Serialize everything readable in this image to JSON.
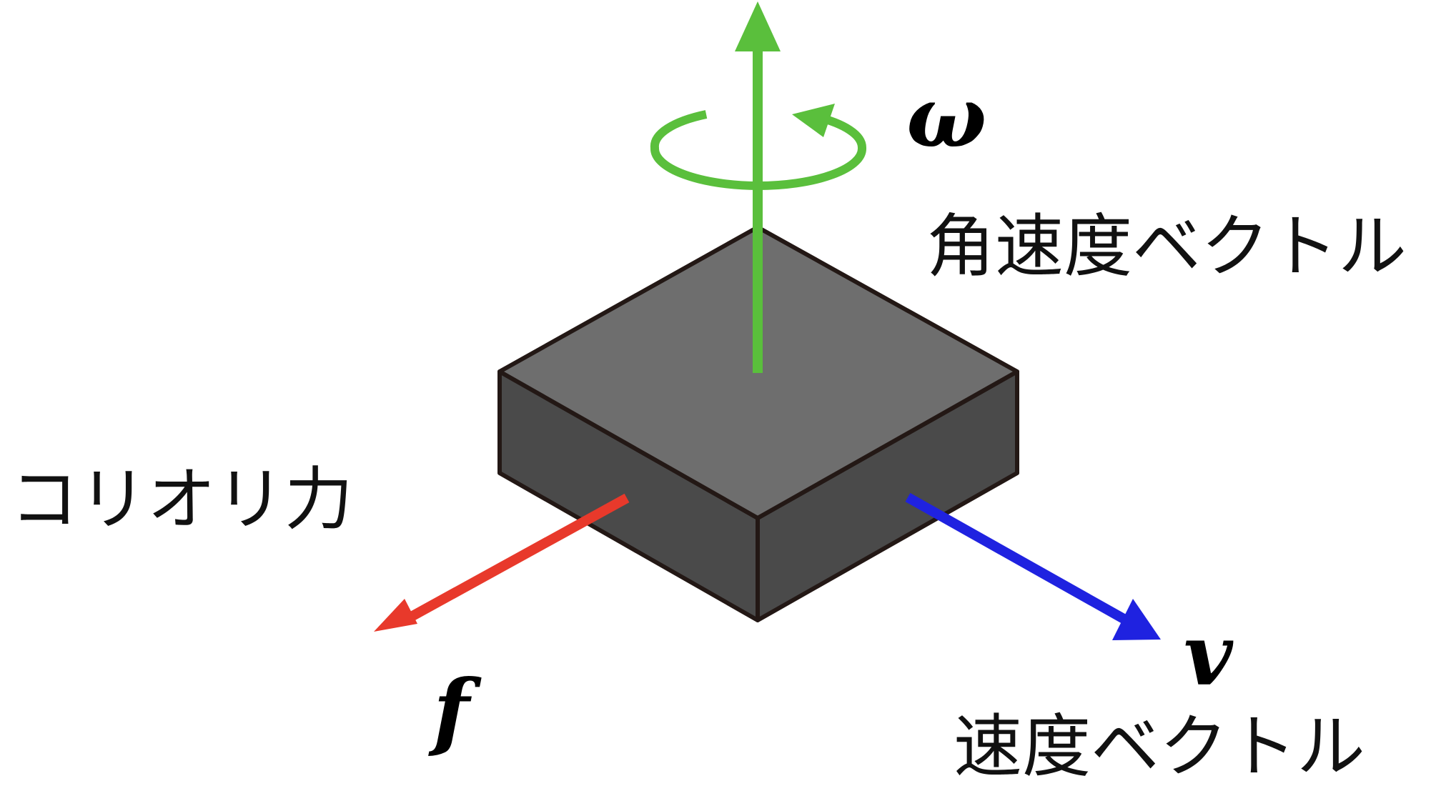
{
  "colors": {
    "background": "#ffffff",
    "block_top": "#6e6e6e",
    "block_side": "#4a4a4a",
    "block_edge": "#231815",
    "angular_velocity": "#5abf3c",
    "coriolis_force": "#e8392b",
    "velocity": "#1f22e0"
  },
  "icons": {
    "rotation": "circular-arrow-icon",
    "arrow_up": "arrow-up-icon",
    "arrow_down_left": "arrow-down-left-icon",
    "arrow_down_right": "arrow-down-right-icon"
  },
  "labels": {
    "omega_symbol": "ω",
    "angular_velocity_vector": "角速度ベクトル",
    "coriolis_force": "コリオリ力",
    "f_symbol": "f",
    "v_symbol": "v",
    "velocity_vector": "速度ベクトル"
  }
}
